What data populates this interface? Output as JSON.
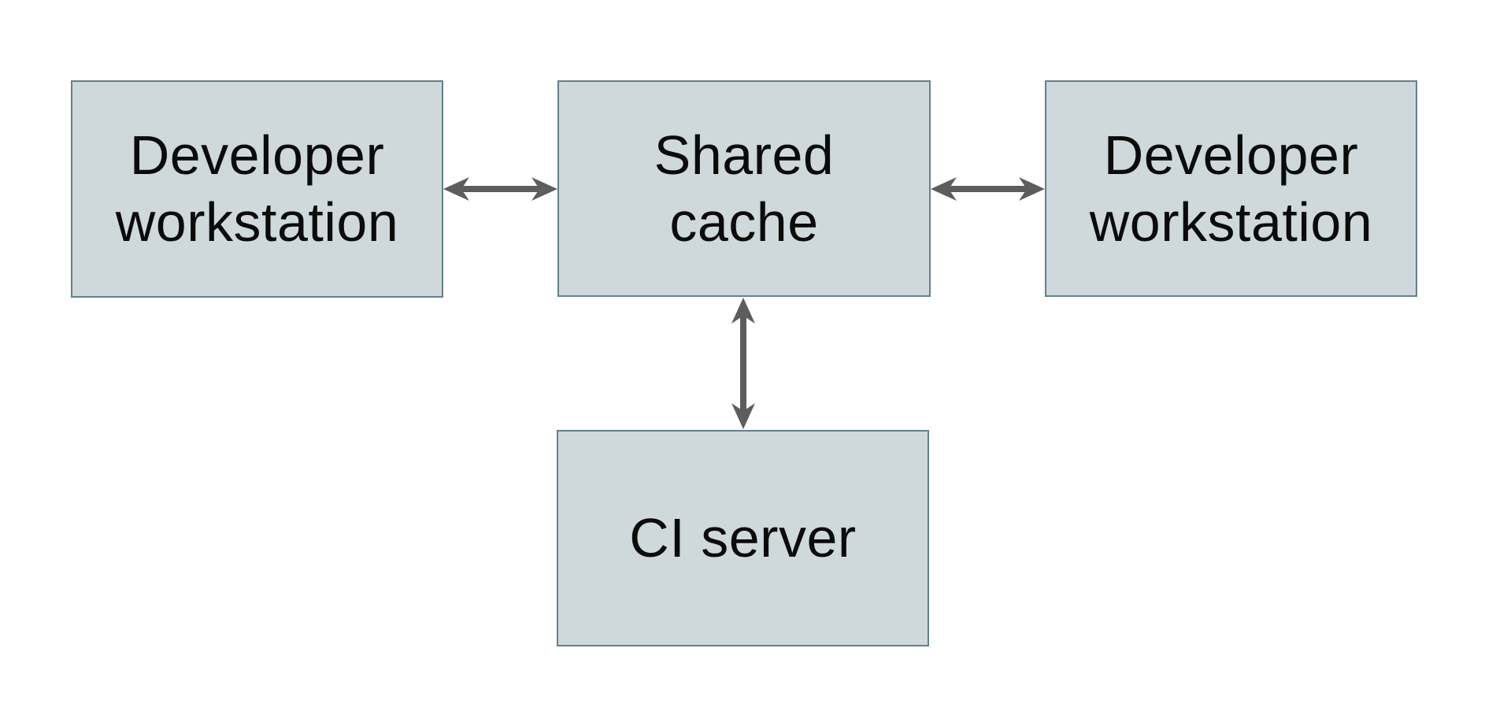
{
  "colors": {
    "canvas_bg": "#ffffff",
    "node_fill": "#cfd8da",
    "node_border": "#64808b",
    "arrow": "#5c5d5e",
    "text": "#0b0b0b"
  },
  "nodes": {
    "workstation_left": {
      "line1": "Developer",
      "line2": "workstation"
    },
    "shared_cache": {
      "line1": "Shared",
      "line2": "cache"
    },
    "workstation_right": {
      "line1": "Developer",
      "line2": "workstation"
    },
    "ci_server": {
      "line1": "CI server"
    }
  },
  "edges": [
    {
      "from": "Developer workstation (left)",
      "to": "Shared cache",
      "direction": "bidirectional"
    },
    {
      "from": "Shared cache",
      "to": "Developer workstation (right)",
      "direction": "bidirectional"
    },
    {
      "from": "Shared cache",
      "to": "CI server",
      "direction": "bidirectional"
    }
  ]
}
